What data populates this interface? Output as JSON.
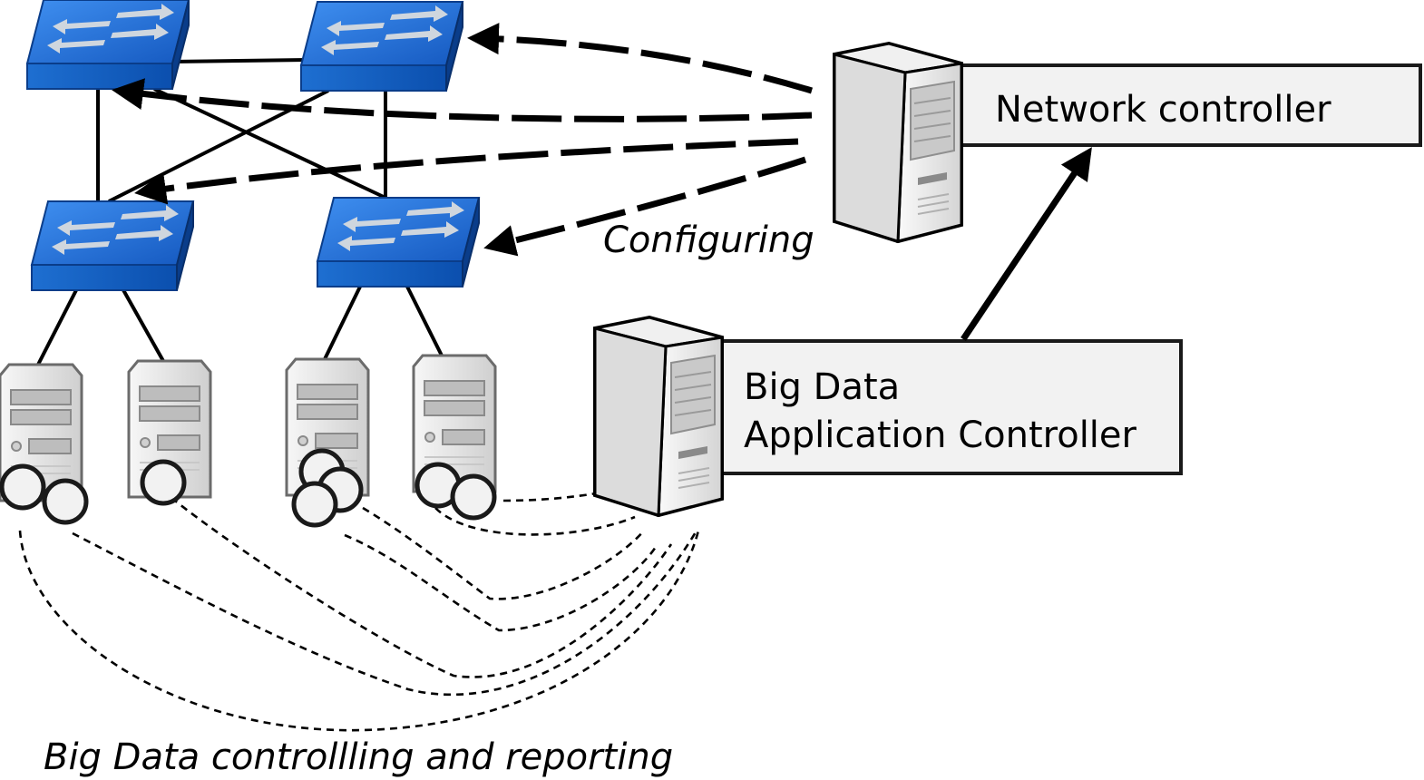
{
  "labels": {
    "network_controller": "Network controller",
    "app_controller_line1": "Big Data",
    "app_controller_line2": "Application Controller",
    "configuring": "Configuring",
    "reporting": "Big Data controllling and reporting"
  },
  "colors": {
    "switch_top": "#1e6fd1",
    "switch_side": "#0a3d8a",
    "server_body": "#e6e6e6",
    "label_box": "#f2f2f2",
    "arrow": "#000000"
  },
  "icons": {
    "switch": "network-switch-icon",
    "server": "server-tower-icon",
    "task": "task-circle-icon"
  }
}
